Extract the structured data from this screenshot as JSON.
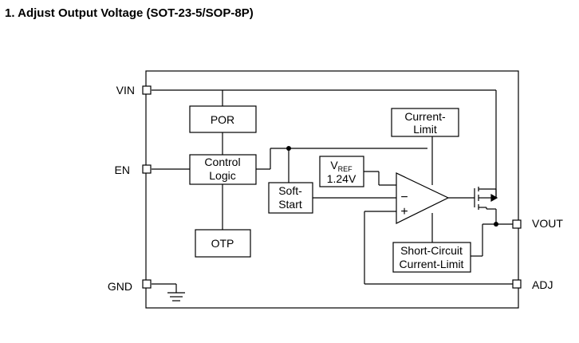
{
  "title": "1. Adjust Output Voltage (SOT-23-5/SOP-8P)",
  "pins": {
    "vin": "VIN",
    "en": "EN",
    "gnd": "GND",
    "vout": "VOUT",
    "adj": "ADJ"
  },
  "blocks": {
    "por": "POR",
    "control_logic": [
      "Control",
      "Logic"
    ],
    "otp": "OTP",
    "soft_start": [
      "Soft-",
      "Start"
    ],
    "vref_symbol": "V",
    "vref_subscript": "REF",
    "vref_value": "1.24V",
    "current_limit": [
      "Current-",
      "Limit"
    ],
    "short_circuit": [
      "Short-Circuit",
      "Current-Limit"
    ]
  },
  "amplifier": {
    "minus": "−",
    "plus": "+"
  },
  "colors": {
    "line": "#000000",
    "fill": "#ffffff"
  }
}
